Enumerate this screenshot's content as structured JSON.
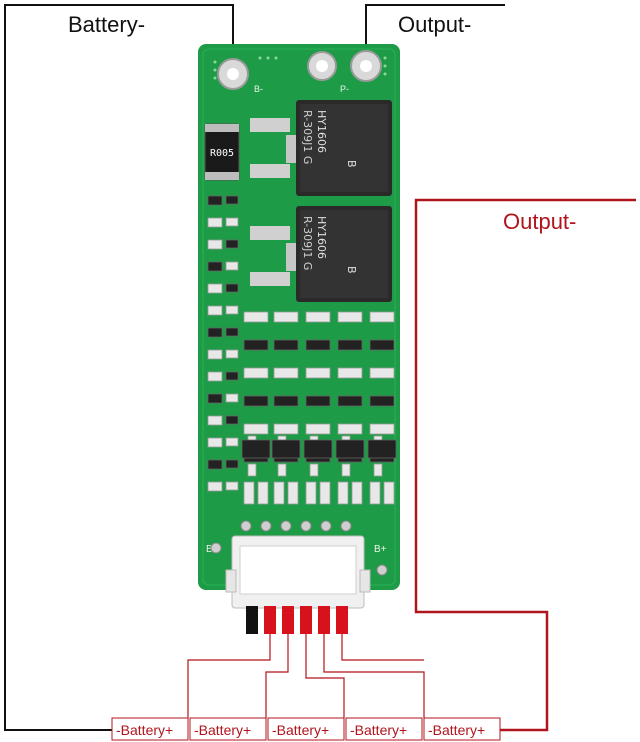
{
  "labels": {
    "battery_neg": "Battery-",
    "output_neg_top": "Output-",
    "output_neg_side": "Output-",
    "battery_pos": [
      "-Battery+",
      "-Battery+",
      "-Battery+",
      "-Battery+",
      "-Battery+"
    ]
  },
  "board": {
    "marking_b_minus": "B-",
    "marking_p_minus": "P-",
    "marking_b_plus": "B+",
    "marking_b_minus_bottom": "B-",
    "shunt_resistor": "R005",
    "mosfet_1": {
      "part": "HY1606",
      "code": "B",
      "lot": "R-309J1 G"
    },
    "mosfet_2": {
      "part": "HY1606",
      "code": "B",
      "lot": "R-309J1 G"
    }
  },
  "colors": {
    "pcb_green": "#1e9b46",
    "wire_black": "#111111",
    "wire_red": "#b0141c",
    "label_red": "#b0141c",
    "connector": "#f0f0f0"
  }
}
